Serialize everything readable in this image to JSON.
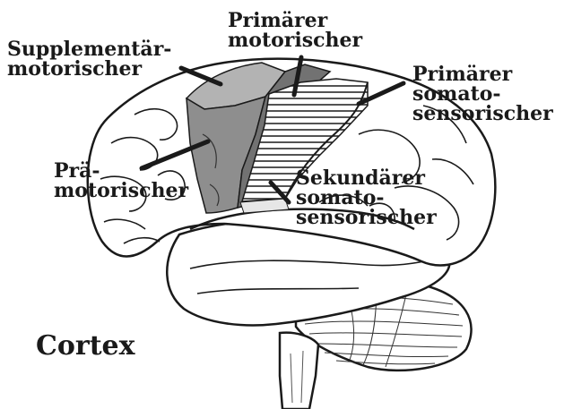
{
  "figure": {
    "title": "Cortex",
    "labels": {
      "supplementary_motor": [
        "Supplementär-",
        "motorischer"
      ],
      "primary_motor": [
        "Primärer",
        "motorischer"
      ],
      "primary_somatosensory": [
        "Primärer",
        "somato-",
        "sensorischer"
      ],
      "premotor": [
        "Prä-",
        "motorischer"
      ],
      "secondary_somatosensory": [
        "Sekundärer",
        "somato-",
        "sensorischer"
      ]
    },
    "colors": {
      "outline": "#1a1a1a",
      "supplementary_motor_fill": "#b3b3b3",
      "primary_motor_fill": "#727272",
      "premotor_fill": "#8e8e8e",
      "somatosensory_fill": "#ffffff"
    }
  }
}
